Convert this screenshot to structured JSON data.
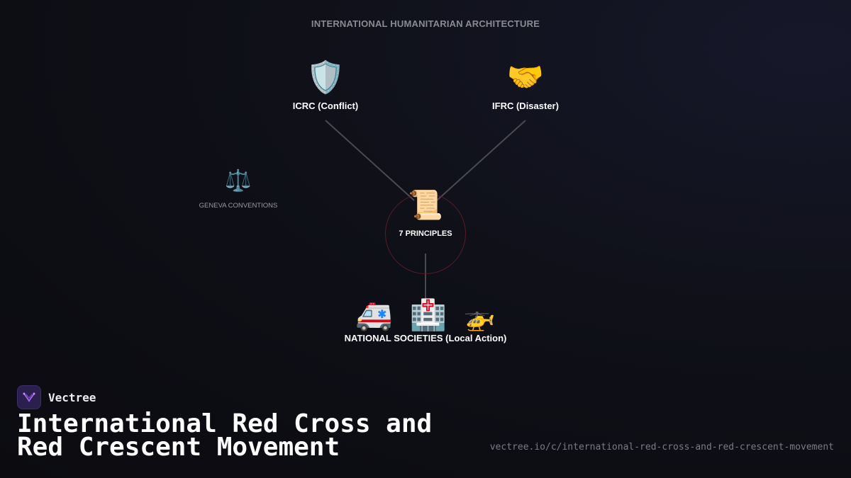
{
  "diagram": {
    "header": "INTERNATIONAL HUMANITARIAN ARCHITECTURE",
    "nodes": {
      "icrc": {
        "icon": "🛡️",
        "icon_name": "shield-icon",
        "label": "ICRC (Conflict)"
      },
      "ifrc": {
        "icon": "🤝",
        "icon_name": "handshake-icon",
        "label": "IFRC (Disaster)"
      },
      "geneva": {
        "icon": "⚖️",
        "icon_name": "scales-icon",
        "label": "GENEVA CONVENTIONS"
      },
      "principles": {
        "icon": "📜",
        "icon_name": "scroll-icon",
        "label": "7 PRINCIPLES"
      },
      "national": {
        "icons": [
          "🚑",
          "🏥",
          "🚁"
        ],
        "icon_names": [
          "ambulance-icon",
          "hospital-icon",
          "helicopter-icon"
        ],
        "label": "NATIONAL SOCIETIES (Local Action)"
      }
    },
    "colors": {
      "connector": "#4a4a50",
      "circle": "#5a1c24"
    }
  },
  "footer": {
    "brand": "Vectree",
    "title_line1": "International Red Cross and",
    "title_line2": "Red Crescent Movement",
    "url": "vectree.io/c/international-red-cross-and-red-crescent-movement"
  }
}
